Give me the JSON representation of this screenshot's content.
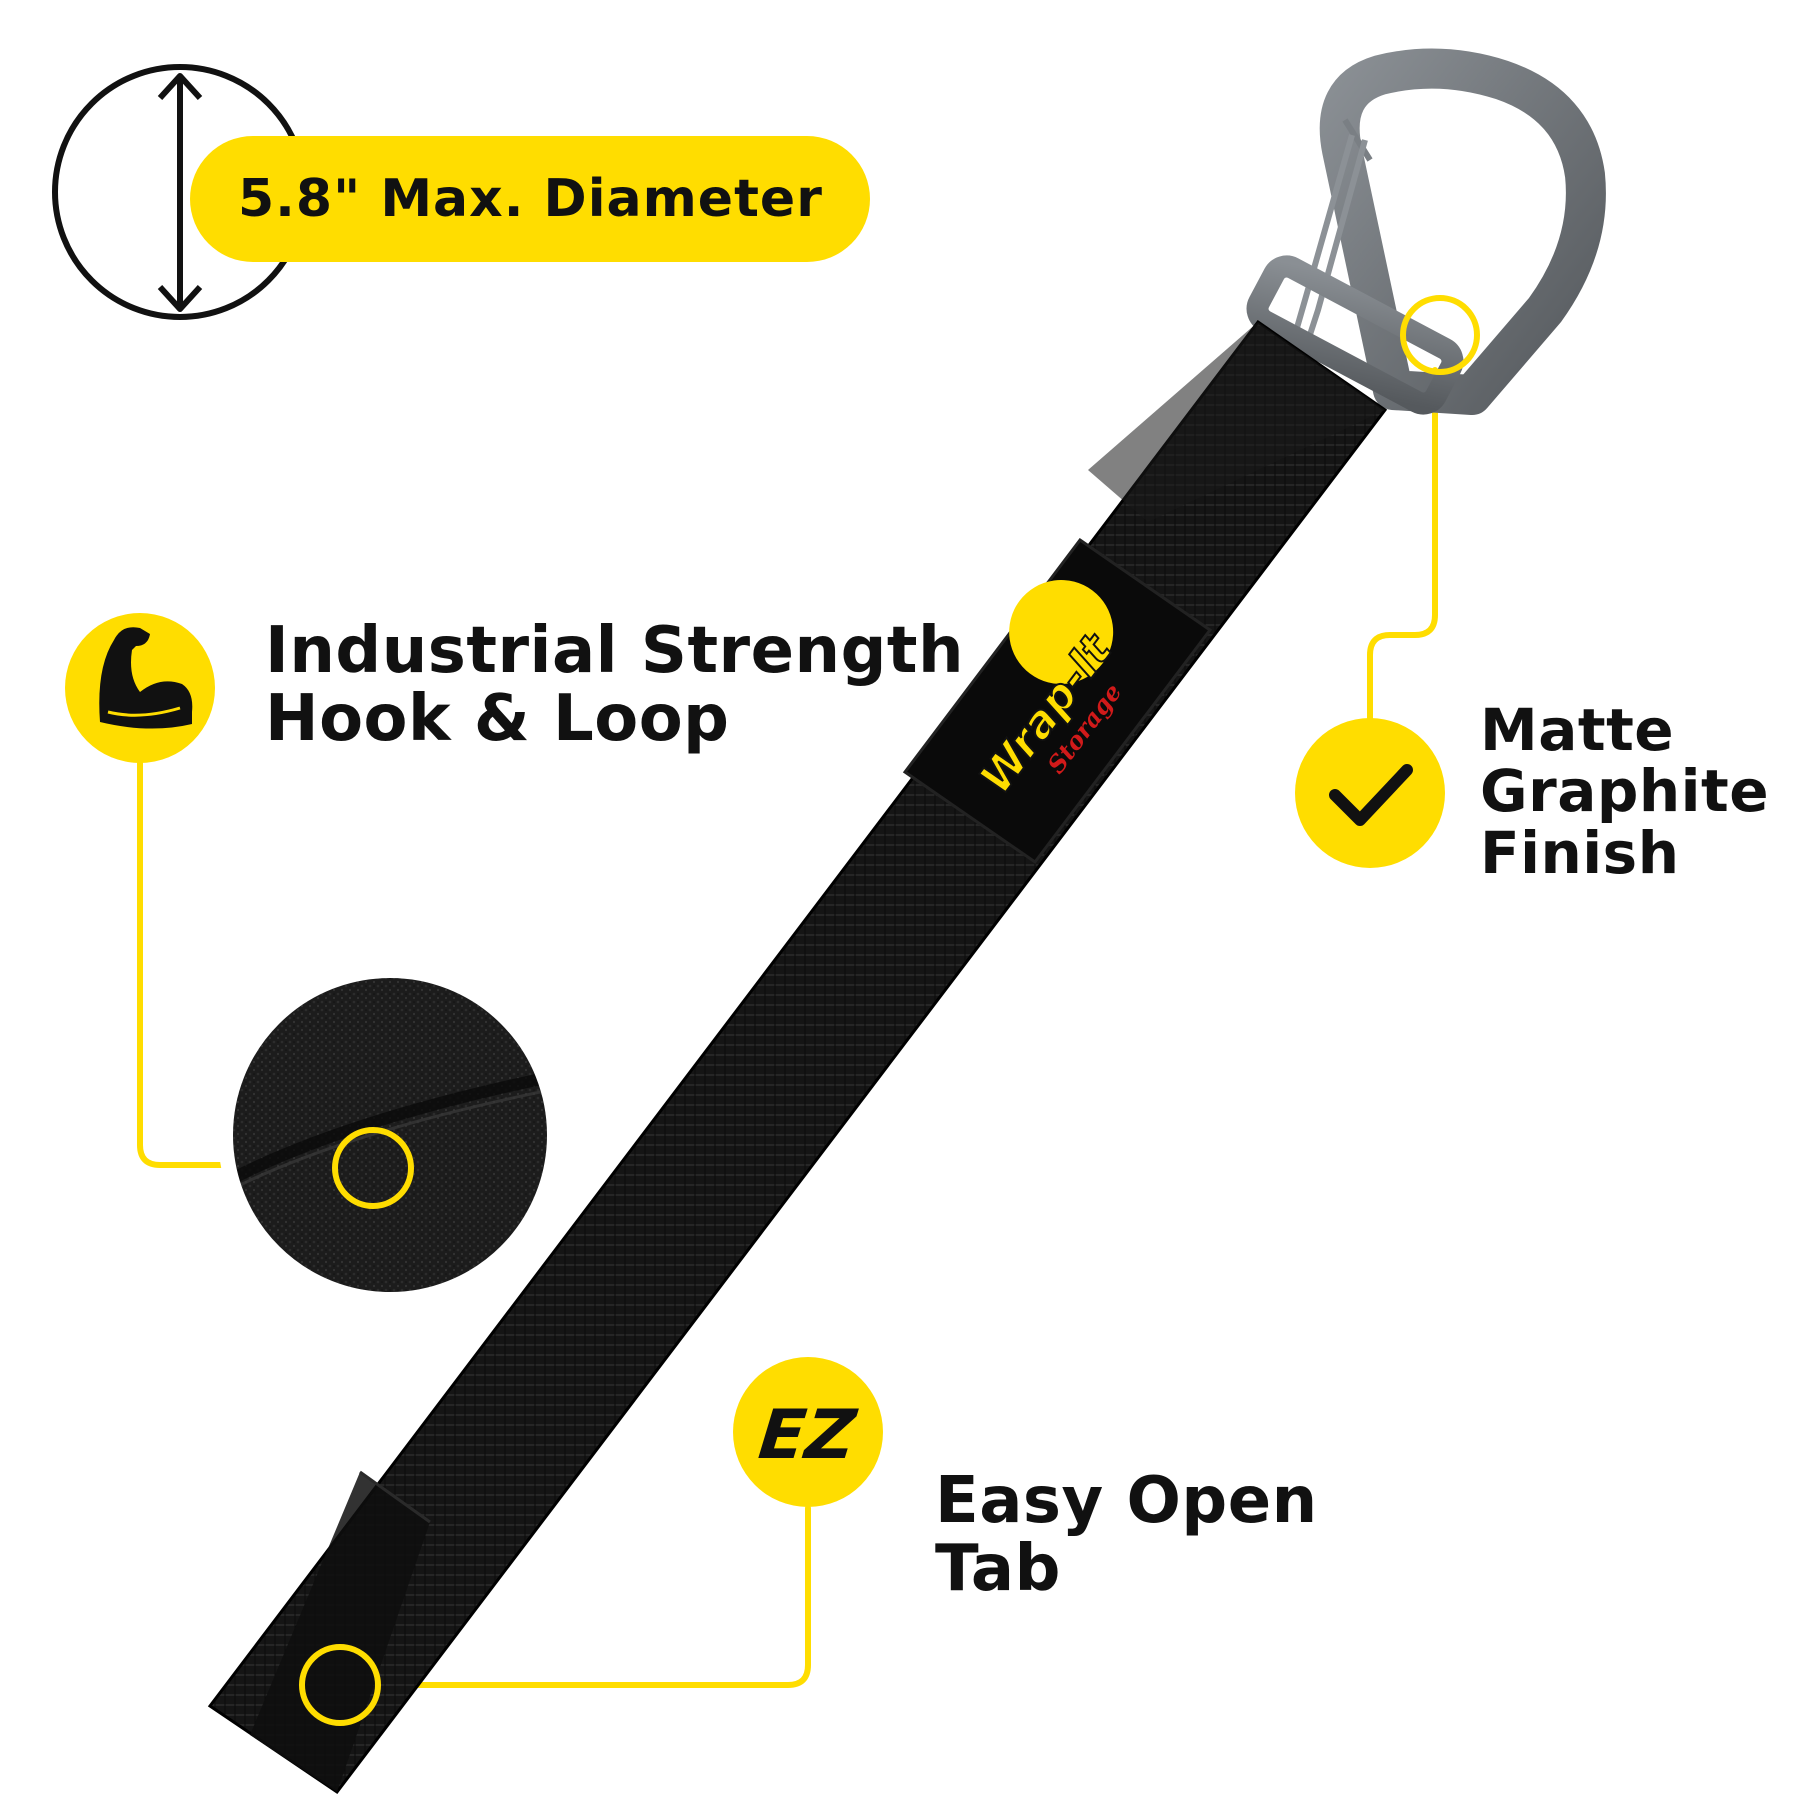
{
  "colors": {
    "accent_yellow": "#FFDD00",
    "strap_black": "#111111",
    "clip_graphite": "#6e7378",
    "text_dark": "#111111"
  },
  "diameter_badge": {
    "text": "5.8\" Max. Diameter",
    "icon": "diameter-circle-arrow-icon"
  },
  "features": [
    {
      "icon": "flexed-arm-icon",
      "lines": [
        "Industrial Strength",
        "Hook & Loop"
      ]
    },
    {
      "icon": "checkmark-icon",
      "lines": [
        "Matte",
        "Graphite",
        "Finish"
      ]
    },
    {
      "icon": "ez-icon",
      "icon_text": "EZ",
      "lines": [
        "Easy Open",
        "Tab"
      ]
    }
  ],
  "product": {
    "brand_line1": "Wrap-It",
    "brand_line2": "Storage",
    "brand_mark": "®"
  }
}
